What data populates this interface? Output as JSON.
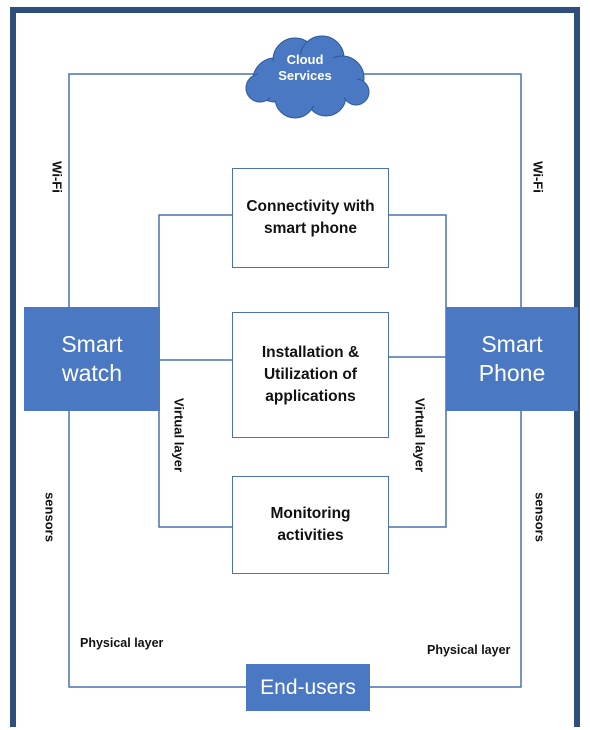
{
  "cloud": {
    "line1": "Cloud",
    "line2": "Services"
  },
  "devices": {
    "left": {
      "line1": "Smart",
      "line2": "watch"
    },
    "right": {
      "line1": "Smart",
      "line2": "Phone"
    }
  },
  "functions": {
    "connectivity": {
      "line1": "Connectivity with",
      "line2": "smart phone"
    },
    "installation": {
      "line1": "Installation &",
      "line2": "Utilization of",
      "line3": "applications"
    },
    "monitoring": {
      "line1": "Monitoring",
      "line2": "activities"
    }
  },
  "end_users": "End-users",
  "edge_labels": {
    "wifi_left": "Wi-Fi",
    "wifi_right": "Wi-Fi",
    "sensors_left": "sensors",
    "sensors_right": "sensors",
    "virtual_left": "Virtual layer",
    "virtual_right": "Virtual layer",
    "physical_left": "Physical layer",
    "physical_right": "Physical layer"
  },
  "colors": {
    "device_fill": "#4a78c2",
    "line": "#4a72b0",
    "frame": "#2e4f7e",
    "cloud_fill": "#4a78c2"
  }
}
